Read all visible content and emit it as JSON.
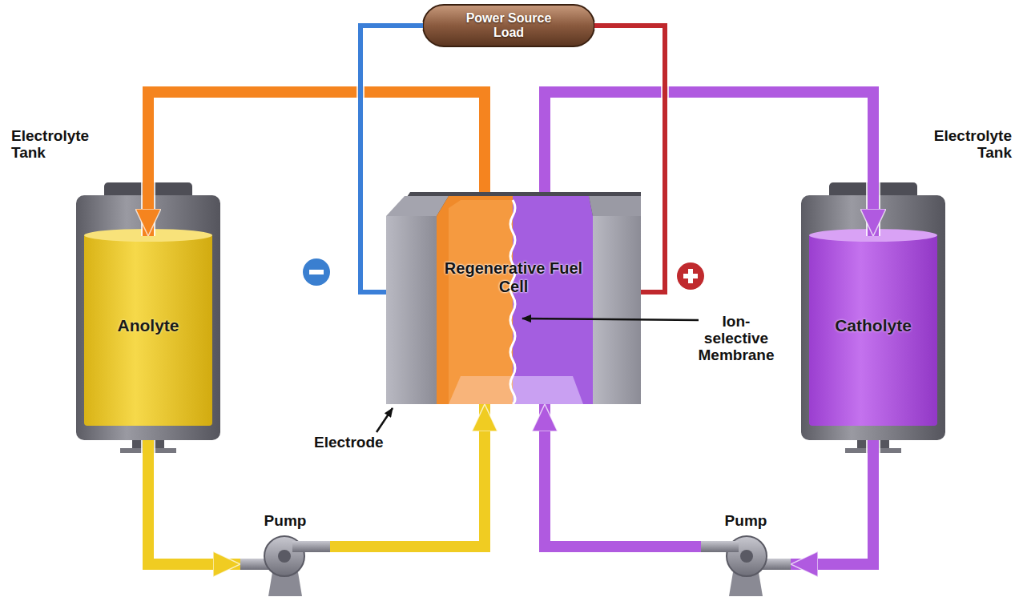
{
  "diagram": {
    "nodes": [
      {
        "text": [
          "Power Source Load"
        ]
      },
      {
        "text": [
          "Anolyte"
        ]
      },
      {
        "text": [
          "Regenerative Fuel Cell"
        ]
      },
      {
        "text": [
          "Catholyte"
        ]
      },
      {
        "text": [
          "Pump"
        ]
      },
      {
        "text": [
          "Pump"
        ]
      }
    ],
    "edges": [
      {
        "from": 1,
        "to": 4,
        "arrow": "to"
      },
      {
        "from": 4,
        "to": 2,
        "arrow": "to"
      },
      {
        "from": 2,
        "to": 1,
        "arrow": "to"
      },
      {
        "from": 3,
        "to": 5,
        "arrow": "to"
      },
      {
        "from": 5,
        "to": 2,
        "arrow": "to"
      },
      {
        "from": 2,
        "to": 3,
        "arrow": "to"
      },
      {
        "from": 2,
        "to": 0,
        "arrow": "none"
      },
      {
        "from": 2,
        "to": 0,
        "arrow": "none"
      }
    ],
    "labels": [
      "Electrolyte Tank",
      "Electrolyte Tank",
      "Ion-selective Membrane",
      "Electrode"
    ]
  }
}
